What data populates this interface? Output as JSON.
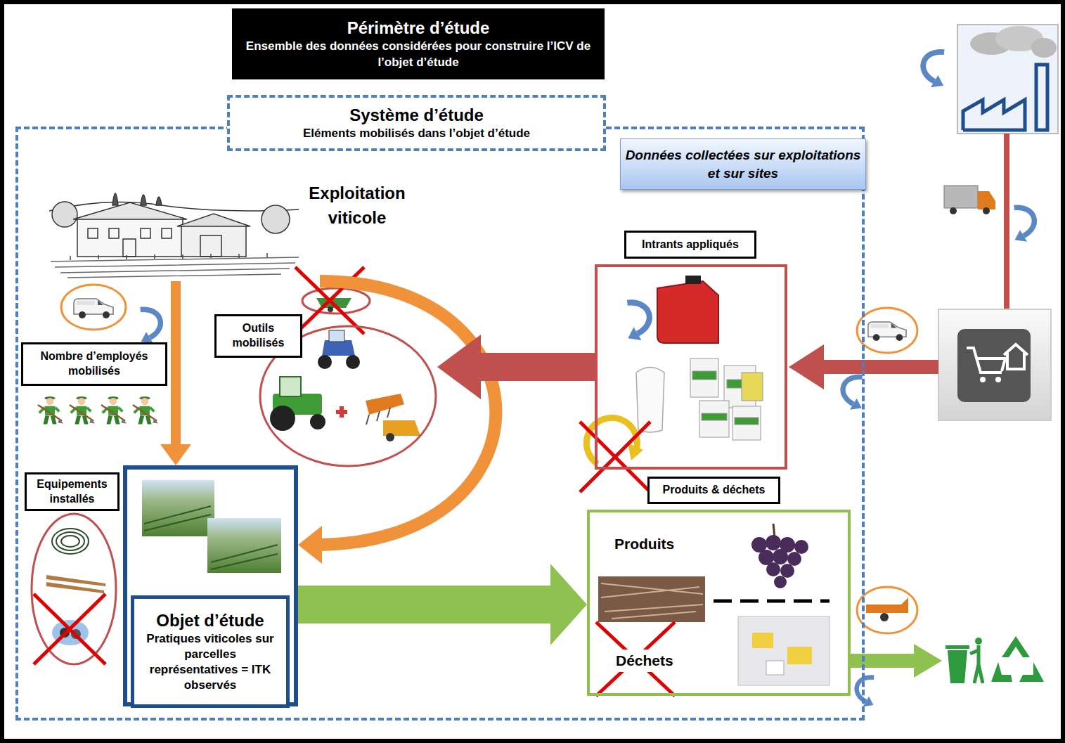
{
  "diagram": {
    "nodes": [
      {
        "text": [
          "Périmètre d’étude",
          "Ensemble des données considérées pour construire l’ICV de l’objet d’étude"
        ]
      },
      {
        "text": [
          "Système d’étude",
          "Eléments mobilisés dans l’objet d’étude"
        ]
      },
      {
        "text": [
          "Données collectées sur exploitations et sur sites"
        ],
        "in": 1
      },
      {
        "text": [
          "Exploitation viticole"
        ],
        "in": 1
      },
      {
        "text": [
          "Nombre d’employés mobilisés"
        ],
        "in": 1
      },
      {
        "text": [
          "Outils mobilisés"
        ],
        "in": 1
      },
      {
        "text": [
          "Intrants appliqués"
        ],
        "in": 1
      },
      {
        "text": [
          "Equipements installés"
        ],
        "in": 1
      },
      {
        "text": [
          "Objet d’étude",
          "Pratiques viticoles sur parcelles représentatives = ITK observés"
        ],
        "in": 1
      },
      {
        "text": [
          "Produits & déchets",
          "Produits",
          "Déchets"
        ],
        "in": 1
      }
    ],
    "edges": [
      {
        "from": 3,
        "to": 8,
        "arrow": "to"
      },
      {
        "from": 3,
        "to": 8,
        "arrow": "to"
      },
      {
        "from": 6,
        "to": 5,
        "arrow": "to"
      },
      {
        "from": 8,
        "to": 9,
        "arrow": "to"
      }
    ]
  }
}
